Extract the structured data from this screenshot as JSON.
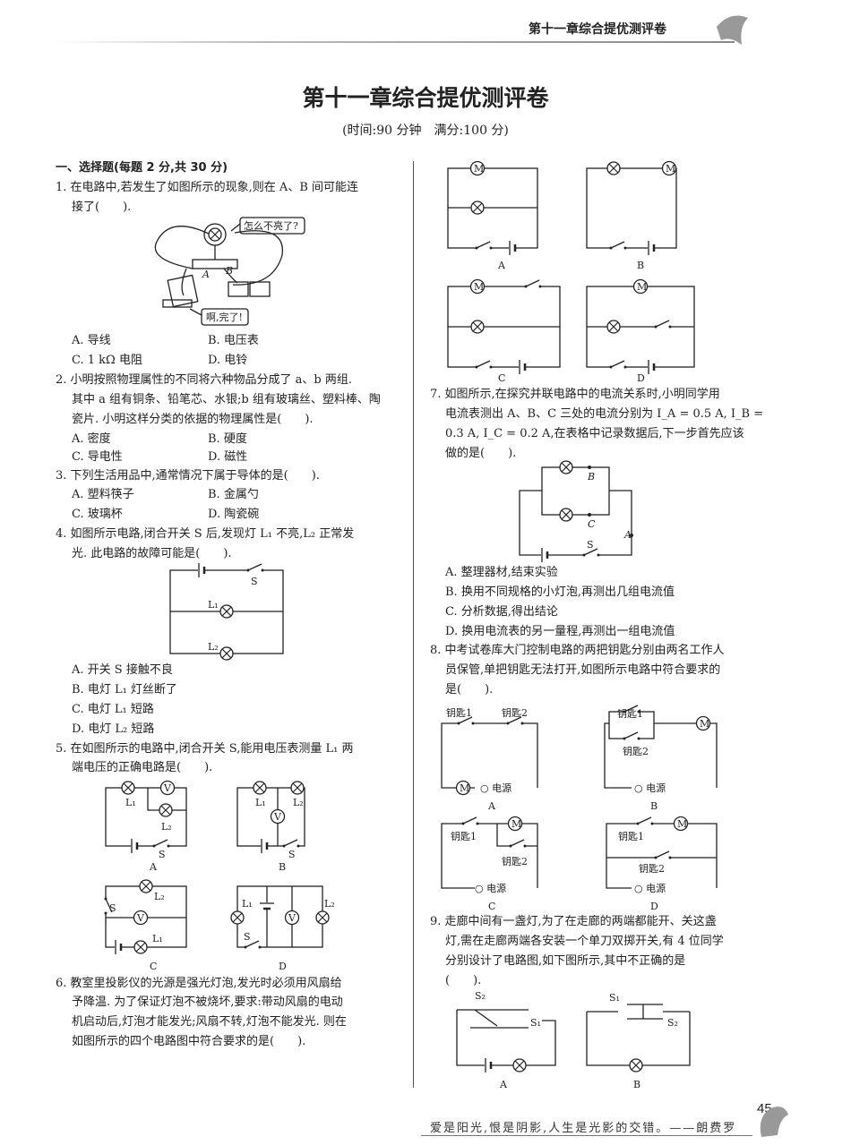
{
  "header": {
    "chapter_title": "第十一章综合提优测评卷"
  },
  "title": "第十一章综合提优测评卷",
  "subtitle": "(时间:90 分钟　满分:100 分)",
  "section": "一、选择题(每题 2 分,共 30 分)",
  "q1": {
    "lines": [
      "1. 在电路中,若发生了如图所示的现象,则在 A、B 间可能连",
      "接了(　　)."
    ],
    "bubble1": "怎么不亮了?",
    "bubble2": "啊,完了!",
    "labelA": "A",
    "labelB": "B",
    "options": [
      "A. 导线",
      "B. 电压表",
      "C. 1 kΩ 电阻",
      "D. 电铃"
    ]
  },
  "q2": {
    "lines": [
      "2. 小明按照物理属性的不同将六种物品分成了 a、b 两组.",
      "其中 a 组有铜条、铅笔芯、水银;b 组有玻璃丝、塑料棒、陶",
      "瓷片. 小明这样分类的依据的物理属性是(　　)."
    ],
    "options": [
      "A. 密度",
      "B. 硬度",
      "C. 导电性",
      "D. 磁性"
    ]
  },
  "q3": {
    "lines": [
      "3. 下列生活用品中,通常情况下属于导体的是(　　)."
    ],
    "options": [
      "A. 塑料筷子",
      "B. 金属勺",
      "C. 玻璃杯",
      "D. 陶瓷碗"
    ]
  },
  "q4": {
    "lines": [
      "4. 如图所示电路,闭合开关 S 后,发现灯 L₁ 不亮,L₂ 正常发",
      "光. 此电路的故障可能是(　　)."
    ],
    "fig": {
      "S": "S",
      "L1": "L₁",
      "L2": "L₂"
    },
    "options": [
      "A. 开关 S 接触不良",
      "B. 电灯 L₁ 灯丝断了",
      "C. 电灯 L₁ 短路",
      "D. 电灯 L₂ 短路"
    ]
  },
  "q5": {
    "lines": [
      "5. 在如图所示的电路中,闭合开关 S,能用电压表测量 L₁ 两",
      "端电压的正确电路是(　　)."
    ],
    "fig": {
      "L1": "L₁",
      "L2": "L₂",
      "S": "S",
      "V": "V",
      "A": "A",
      "B": "B",
      "C": "C",
      "D": "D"
    }
  },
  "q6": {
    "lines": [
      "6. 教室里投影仪的光源是强光灯泡,发光时必须用风扇给",
      "予降温. 为了保证灯泡不被烧坏,要求:带动风扇的电动",
      "机启动后,灯泡才能发光;风扇不转,灯泡不能发光. 则在",
      "如图所示的四个电路图中符合要求的是(　　)."
    ],
    "fig": {
      "M": "M",
      "A": "A",
      "B": "B",
      "C": "C",
      "D": "D"
    }
  },
  "q7": {
    "lines": [
      "7. 如图所示,在探究并联电路中的电流关系时,小明同学用",
      "电流表测出 A、B、C 三处的电流分别为 I_A = 0.5 A, I_B =",
      "0.3 A, I_C = 0.2 A,在表格中记录数据后,下一步首先应该",
      "做的是(　　)."
    ],
    "fig": {
      "A": "A",
      "B": "B",
      "C": "C",
      "S": "S"
    },
    "options": [
      "A. 整理器材,结束实验",
      "B. 换用不同规格的小灯泡,再测出几组电流值",
      "C. 分析数据,得出结论",
      "D. 换用电流表的另一量程,再测出一组电流值"
    ]
  },
  "q8": {
    "lines": [
      "8. 中考试卷库大门控制电路的两把钥匙分别由两名工作人",
      "员保管,单把钥匙无法打开,如图所示电路中符合要求的",
      "是(　　)."
    ],
    "fig": {
      "key1": "钥匙1",
      "key2": "钥匙2",
      "power": "○ 电源",
      "M": "M",
      "A": "A",
      "B": "B",
      "C": "C",
      "D": "D"
    }
  },
  "q9": {
    "lines": [
      "9. 走廊中间有一盏灯,为了在走廊的两端都能开、关这盏",
      "灯,需在走廊两端各安装一个单刀双掷开关,有 4 位同学",
      "分别设计了电路图,如下图所示,其中不正确的是",
      "(　　)."
    ],
    "fig": {
      "S1": "S₁",
      "S2": "S₂",
      "A": "A",
      "B": "B"
    }
  },
  "footer": {
    "quote": "爱是阳光,恨是阴影,人生是光影的交错。——朗费罗",
    "page_number": "45"
  }
}
